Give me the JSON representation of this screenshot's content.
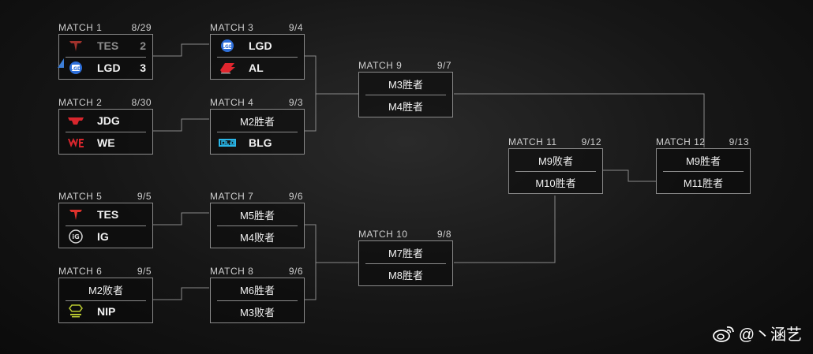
{
  "matches": {
    "m1": {
      "title": "MATCH 1",
      "date": "8/29",
      "t1": {
        "logo": "tes-logo-icon",
        "name": "TES",
        "score": "2"
      },
      "t2": {
        "logo": "lgd-logo-icon",
        "name": "LGD",
        "score": "3"
      }
    },
    "m2": {
      "title": "MATCH 2",
      "date": "8/30",
      "t1": {
        "logo": "jdg-logo-icon",
        "name": "JDG"
      },
      "t2": {
        "logo": "we-logo-icon",
        "name": "WE"
      }
    },
    "m3": {
      "title": "MATCH 3",
      "date": "9/4",
      "t1": {
        "logo": "lgd-logo-icon",
        "name": "LGD"
      },
      "t2": {
        "logo": "al-logo-icon",
        "name": "AL"
      }
    },
    "m4": {
      "title": "MATCH 4",
      "date": "9/3",
      "t1": {
        "text": "M2胜者"
      },
      "t2": {
        "logo": "blg-logo-icon",
        "name": "BLG"
      }
    },
    "m5": {
      "title": "MATCH 5",
      "date": "9/5",
      "t1": {
        "logo": "tes-logo-icon",
        "name": "TES"
      },
      "t2": {
        "logo": "ig-logo-icon",
        "name": "IG"
      }
    },
    "m6": {
      "title": "MATCH 6",
      "date": "9/5",
      "t1": {
        "text": "M2败者"
      },
      "t2": {
        "logo": "nip-logo-icon",
        "name": "NIP"
      }
    },
    "m7": {
      "title": "MATCH 7",
      "date": "9/6",
      "t1": {
        "text": "M5胜者"
      },
      "t2": {
        "text": "M4败者"
      }
    },
    "m8": {
      "title": "MATCH 8",
      "date": "9/6",
      "t1": {
        "text": "M6胜者"
      },
      "t2": {
        "text": "M3败者"
      }
    },
    "m9": {
      "title": "MATCH 9",
      "date": "9/7",
      "t1": {
        "text": "M3胜者"
      },
      "t2": {
        "text": "M4胜者"
      }
    },
    "m10": {
      "title": "MATCH 10",
      "date": "9/8",
      "t1": {
        "text": "M7胜者"
      },
      "t2": {
        "text": "M8胜者"
      }
    },
    "m11": {
      "title": "MATCH 11",
      "date": "9/12",
      "t1": {
        "text": "M9败者"
      },
      "t2": {
        "text": "M10胜者"
      }
    },
    "m12": {
      "title": "MATCH 12",
      "date": "9/13",
      "t1": {
        "text": "M9胜者"
      },
      "t2": {
        "text": "M11胜者"
      }
    }
  },
  "colors": {
    "tes": "#e0322c",
    "lgd": "#2e6fd9",
    "jdg": "#d8262d",
    "we": "#d8262d",
    "al": "#e0262e",
    "blg": "#29b6e8",
    "ig": "#d8d8d8",
    "nip": "#b8c830",
    "winner_mark": "#3d7fd8",
    "line": "#8a8a8a"
  },
  "watermark": {
    "text": "@丶涵艺",
    "icon": "weibo-icon"
  }
}
